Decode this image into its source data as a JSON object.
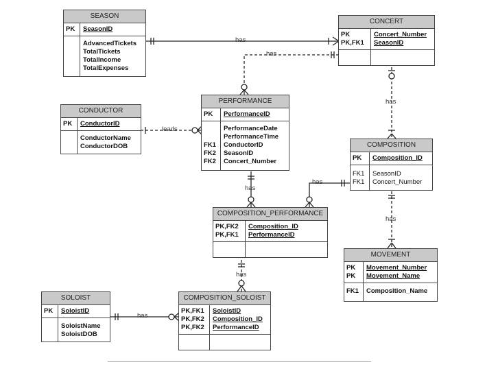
{
  "tables": {
    "season": {
      "name": "SEASON",
      "pk_label": "PK",
      "pk_attr": "SeasonID",
      "attrs": [
        "AdvancedTickets",
        "TotalTickets",
        "TotalIncome",
        "TotalExpenses"
      ]
    },
    "concert": {
      "name": "CONCERT",
      "keys": [
        "PK",
        "PK,FK1"
      ],
      "key_attrs": [
        "Concert_Number",
        "SeasonID"
      ]
    },
    "conductor": {
      "name": "CONDUCTOR",
      "pk_label": "PK",
      "pk_attr": "ConductorID",
      "attrs": [
        "ConductorName",
        "ConductorDOB"
      ]
    },
    "performance": {
      "name": "PERFORMANCE",
      "pk_label": "PK",
      "pk_attr": "PerformanceID",
      "fk_labels": [
        "FK1",
        "FK2",
        "FK2"
      ],
      "attrs": [
        "PerformanceDate",
        "PerformanceTime",
        "ConductorID",
        "SeasonID",
        "Concert_Number"
      ]
    },
    "composition": {
      "name": "COMPOSITION",
      "pk_label": "PK",
      "pk_attr": "Composition_ID",
      "fk_labels": [
        "FK1",
        "FK1"
      ],
      "attrs": [
        "SeasonID",
        "Concert_Number"
      ]
    },
    "composition_performance": {
      "name": "COMPOSITION_PERFORMANCE",
      "keys": [
        "PK,FK2",
        "PK,FK1"
      ],
      "key_attrs": [
        "Composition_ID",
        "PerformanceID"
      ]
    },
    "movement": {
      "name": "MOVEMENT",
      "keys": [
        "PK",
        "PK"
      ],
      "key_attrs": [
        "Movement_Number",
        "Movement_Name"
      ],
      "fk_label": "FK1",
      "fk_attr": "Composition_Name"
    },
    "soloist": {
      "name": "SOLOIST",
      "pk_label": "PK",
      "pk_attr": "SoloistID",
      "attrs": [
        "SoloistName",
        "SoloistDOB"
      ]
    },
    "composition_soloist": {
      "name": "COMPOSITION_SOLOIST",
      "keys": [
        "PK,FK1",
        "PK,FK2",
        "PK,FK2"
      ],
      "key_attrs": [
        "SoloistID",
        "Composition_ID",
        "PerformanceID"
      ]
    }
  },
  "relationships": {
    "season_concert": "has",
    "concert_performance": "has",
    "concert_composition": "has",
    "conductor_performance": "leads",
    "performance_comp_perf": "has",
    "composition_comp_perf": "has",
    "composition_movement": "has",
    "comp_perf_comp_soloist": "has",
    "soloist_comp_soloist": "has"
  }
}
